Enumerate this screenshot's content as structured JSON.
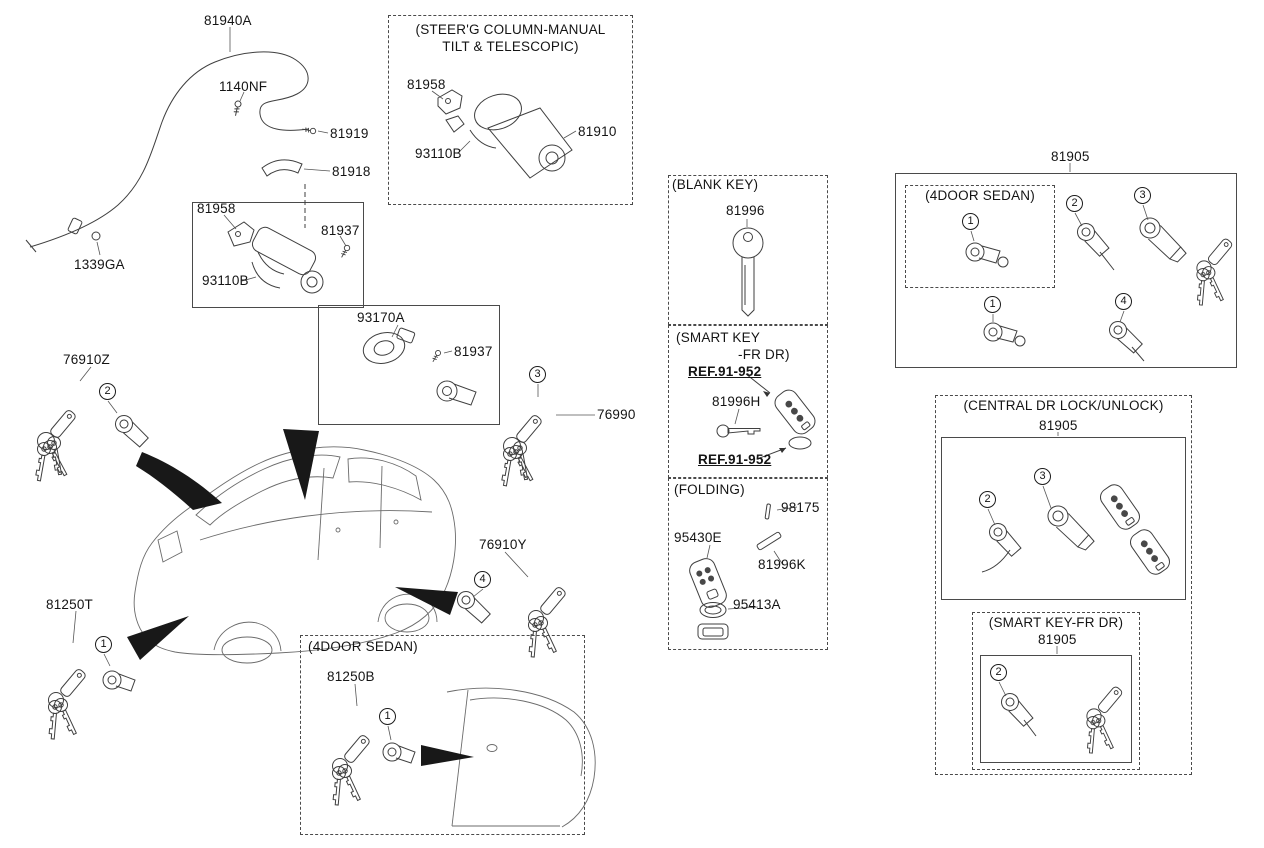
{
  "colors": {
    "background": "#ffffff",
    "line": "#3f3f3f",
    "text": "#141414"
  },
  "labels": {
    "81940A": "81940A",
    "1140NF": "1140NF",
    "81919": "81919",
    "81918": "81918",
    "81958": "81958",
    "81937": "81937",
    "93110B": "93110B",
    "1339GA": "1339GA",
    "81910": "81910",
    "93170A": "93170A",
    "76990": "76990",
    "76910Z": "76910Z",
    "76910Y": "76910Y",
    "81250T": "81250T",
    "81250B": "81250B",
    "81996": "81996",
    "81996H": "81996H",
    "81996K": "81996K",
    "98175": "98175",
    "95430E": "95430E",
    "95413A": "95413A",
    "81905": "81905",
    "ref": "REF.91-952"
  },
  "titles": {
    "steering1": "(STEER'G COLUMN-MANUAL",
    "steering2": "TILT & TELESCOPIC)",
    "blank_key": "(BLANK KEY)",
    "smart1": "(SMART KEY",
    "smart2": "-FR DR)",
    "folding": "(FOLDING)",
    "sedan": "(4DOOR SEDAN)",
    "central": "(CENTRAL DR LOCK/UNLOCK)",
    "smart_fr": "(SMART KEY-FR DR)"
  },
  "callouts": {
    "1": "1",
    "2": "2",
    "3": "3",
    "4": "4"
  }
}
